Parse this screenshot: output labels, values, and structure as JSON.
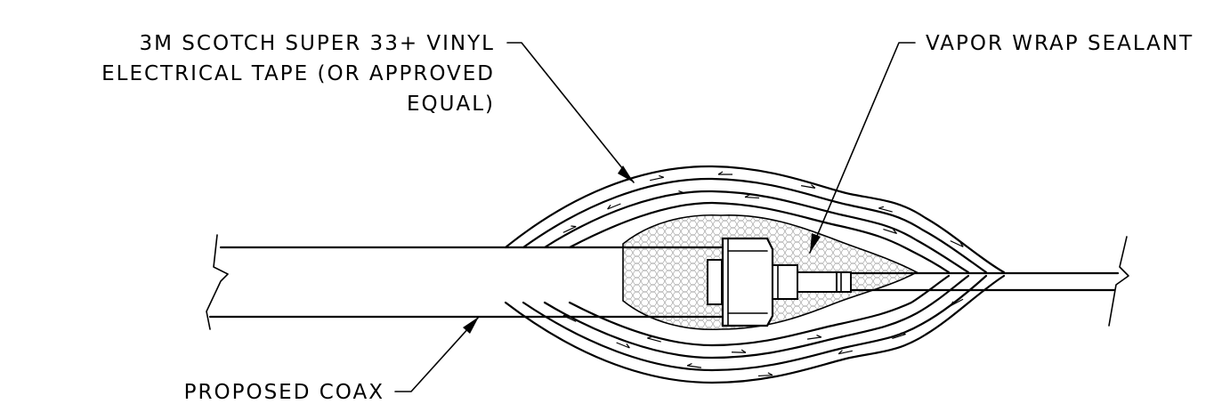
{
  "labels": {
    "tape_line1": "3M SCOTCH SUPER 33+ VINYL",
    "tape_line2": "ELECTRICAL TAPE (OR APPROVED",
    "tape_line3": "EQUAL)",
    "sealant": "VAPOR WRAP SEALANT",
    "coax": "PROPOSED COAX"
  },
  "colors": {
    "line": "#000000",
    "background": "#ffffff",
    "sealant_fill": "#d9d9d9"
  }
}
